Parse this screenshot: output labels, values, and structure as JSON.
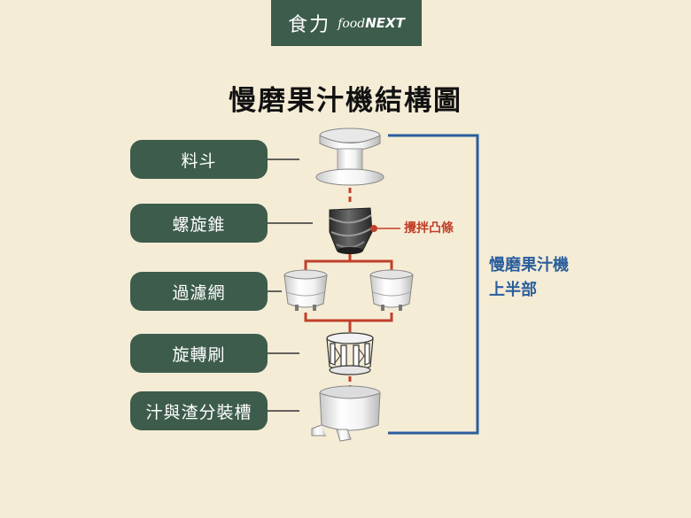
{
  "brand": {
    "chinese": "食力",
    "english_prefix": "food",
    "english_suffix": "NEXT"
  },
  "title": "慢磨果汁機結構圖",
  "parts": [
    {
      "label": "料斗"
    },
    {
      "label": "螺旋錐"
    },
    {
      "label": "過濾網"
    },
    {
      "label": "旋轉刷"
    },
    {
      "label": "汁與渣分裝槽"
    }
  ],
  "callout": {
    "label": "攪拌凸條",
    "color": "#c0402a"
  },
  "group": {
    "line1": "慢磨果汁機",
    "line2": "上半部",
    "color": "#2a5e9c"
  },
  "colors": {
    "background": "#f5ecd6",
    "label_fill": "#3d5c4c",
    "connector": "#c0402a"
  }
}
